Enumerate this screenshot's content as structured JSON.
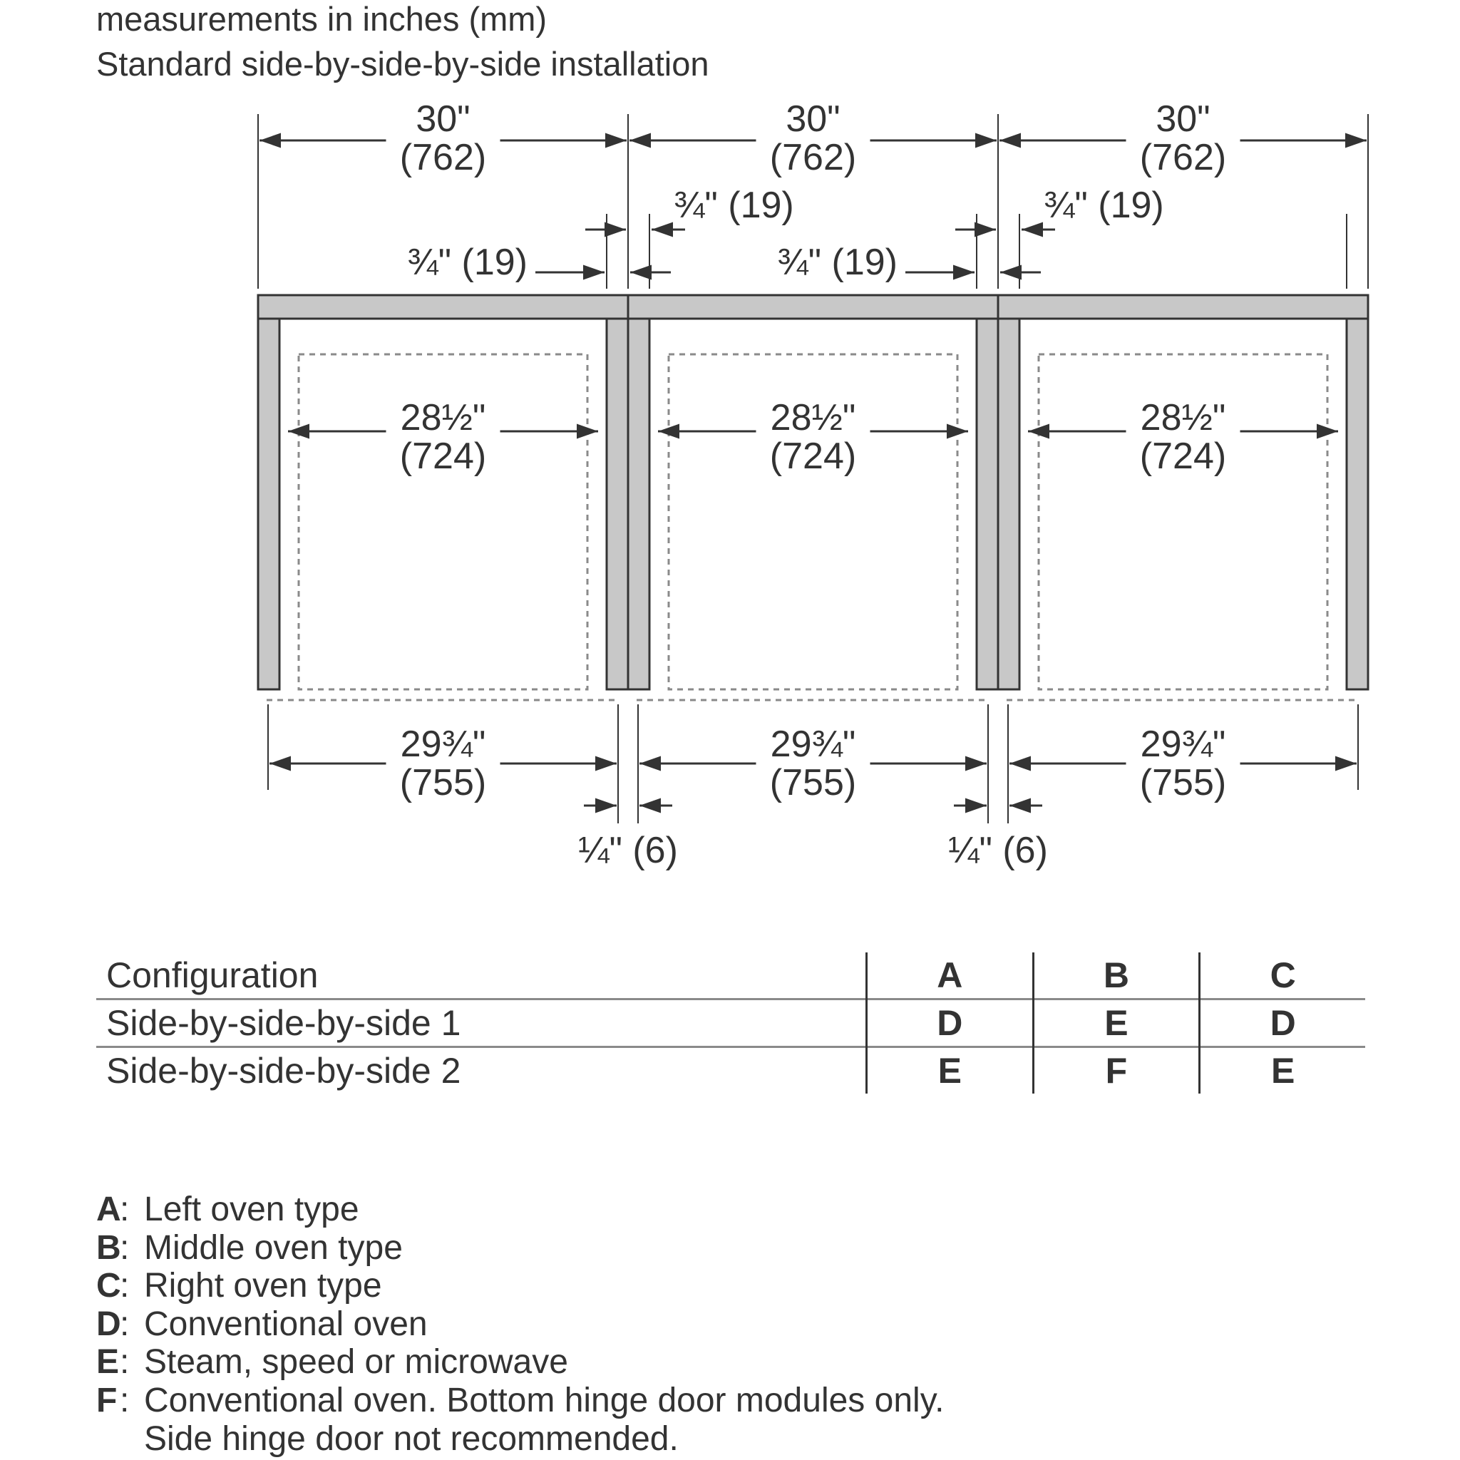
{
  "header": {
    "line1": "measurements in inches (mm)",
    "line2": "Standard side-by-side-by-side installation"
  },
  "dimensions": {
    "overall": {
      "in": "30\"",
      "mm": "(762)"
    },
    "side_panel": "¾\" (19)",
    "inner": {
      "in": "28½\"",
      "mm": "(724)"
    },
    "bottom": {
      "in": "29¾\"",
      "mm": "(755)"
    },
    "gap": "¼\" (6)"
  },
  "table": {
    "header_label": "Configuration",
    "columns": [
      "A",
      "B",
      "C"
    ],
    "rows": [
      {
        "label": "Side-by-side-by-side 1",
        "values": [
          "D",
          "E",
          "D"
        ]
      },
      {
        "label": "Side-by-side-by-side 2",
        "values": [
          "E",
          "F",
          "E"
        ]
      }
    ]
  },
  "legend": [
    {
      "key": "A",
      "text": "Left oven type"
    },
    {
      "key": "B",
      "text": "Middle oven type"
    },
    {
      "key": "C",
      "text": "Right oven type"
    },
    {
      "key": "D",
      "text": "Conventional oven"
    },
    {
      "key": "E",
      "text": "Steam, speed or microwave"
    },
    {
      "key": "F",
      "text": "Conventional oven. Bottom hinge door modules only."
    },
    {
      "key": "",
      "text": "Side hinge door not recommended."
    }
  ],
  "colors": {
    "panel_fill": "#c8c8c8",
    "line": "#333333",
    "dashed": "#8a8a8a"
  }
}
